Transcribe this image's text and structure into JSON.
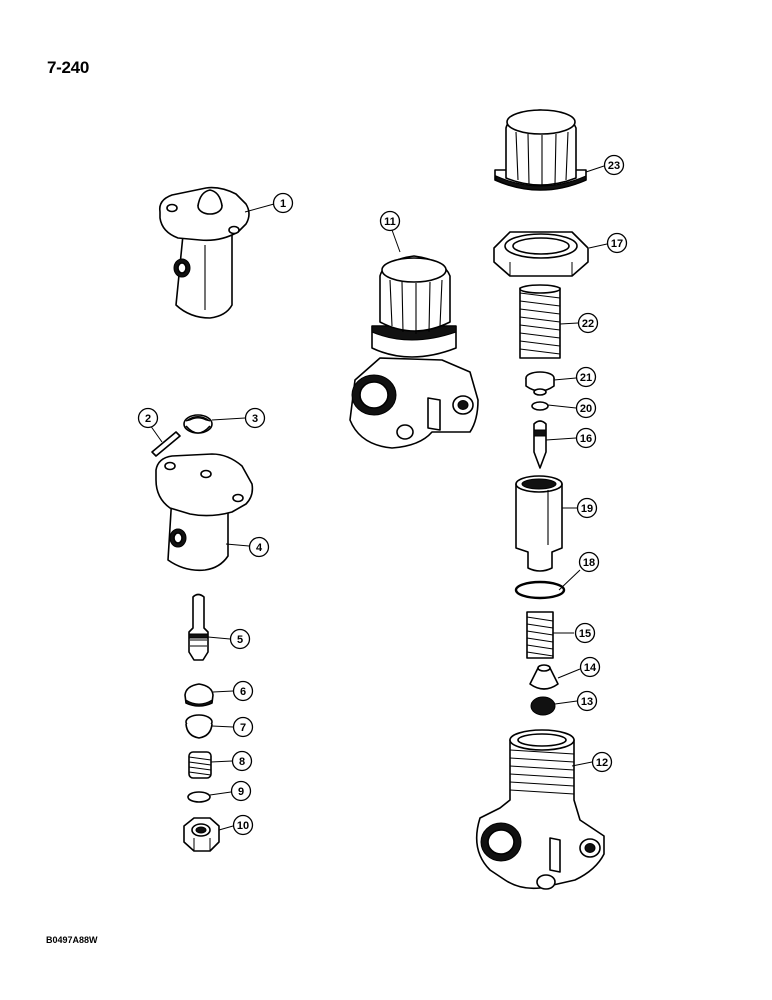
{
  "page_number": "7-240",
  "figure_code": "B0497A88W",
  "callouts": [
    {
      "id": "1",
      "label": "1"
    },
    {
      "id": "2",
      "label": "2"
    },
    {
      "id": "3",
      "label": "3"
    },
    {
      "id": "4",
      "label": "4"
    },
    {
      "id": "5",
      "label": "5"
    },
    {
      "id": "6",
      "label": "6"
    },
    {
      "id": "7",
      "label": "7"
    },
    {
      "id": "8",
      "label": "8"
    },
    {
      "id": "9",
      "label": "9"
    },
    {
      "id": "10",
      "label": "10"
    },
    {
      "id": "11",
      "label": "11"
    },
    {
      "id": "12",
      "label": "12"
    },
    {
      "id": "13",
      "label": "13"
    },
    {
      "id": "14",
      "label": "14"
    },
    {
      "id": "15",
      "label": "15"
    },
    {
      "id": "16",
      "label": "16"
    },
    {
      "id": "17",
      "label": "17"
    },
    {
      "id": "18",
      "label": "18"
    },
    {
      "id": "19",
      "label": "19"
    },
    {
      "id": "20",
      "label": "20"
    },
    {
      "id": "21",
      "label": "21"
    },
    {
      "id": "22",
      "label": "22"
    },
    {
      "id": "23",
      "label": "23"
    }
  ]
}
